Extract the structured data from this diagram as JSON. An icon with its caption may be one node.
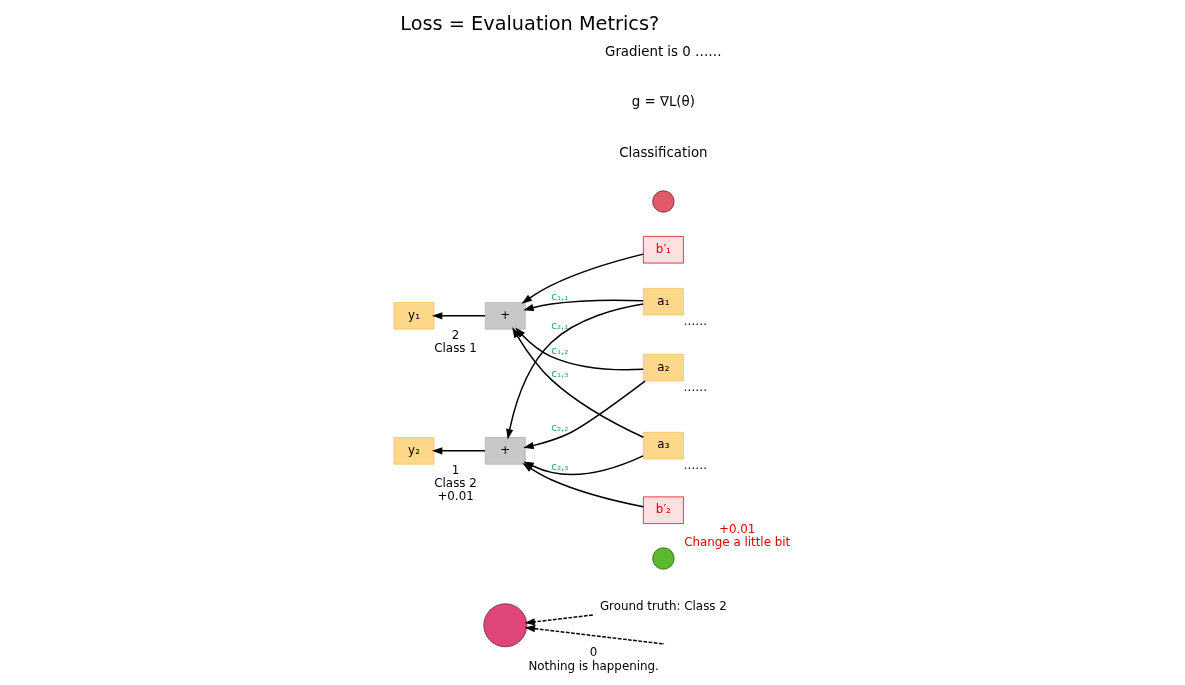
{
  "diagram": {
    "title": "Loss = Evaluation Metrics?",
    "nodes": [
      {
        "text": [
          "Ground truth: Class 2"
        ]
      },
      {
        "text": [],
        "shape": "circle",
        "beside": [
          "0",
          "Nothing is happening."
        ]
      },
      {
        "text": [],
        "shape": "circle"
      },
      {
        "text": [
          "y₁"
        ],
        "beside": [
          "2",
          "Class 1"
        ]
      },
      {
        "text": [
          "+"
        ]
      },
      {
        "text": [
          "b′₁"
        ]
      },
      {
        "text": [],
        "shape": "circle"
      },
      {
        "text": [
          "y₂"
        ],
        "beside": [
          "1",
          "Class 2",
          "+0.01"
        ]
      },
      {
        "text": [
          "+"
        ]
      },
      {
        "text": [
          "b′₂"
        ],
        "beside": [
          "+0.01",
          "Change a little bit"
        ]
      },
      {
        "text": [
          "a₁"
        ],
        "beside": [
          "……"
        ]
      },
      {
        "text": [
          "a₂"
        ],
        "beside": [
          "……"
        ]
      },
      {
        "text": [
          "a₃"
        ],
        "beside": [
          "……"
        ]
      }
    ],
    "edges": [
      {
        "from": 0,
        "to": 1,
        "arrow": "to",
        "style": "dashed"
      },
      {
        "from": null,
        "to": 1,
        "arrow": "to",
        "style": "dashed"
      },
      {
        "from": 4,
        "to": 3,
        "arrow": "to"
      },
      {
        "from": 5,
        "to": 4,
        "arrow": "to"
      },
      {
        "from": 8,
        "to": 7,
        "arrow": "to"
      },
      {
        "from": 9,
        "to": 8,
        "arrow": "to"
      },
      {
        "from": 10,
        "to": 4,
        "arrow": "to",
        "label": "c₁,₁"
      },
      {
        "from": 11,
        "to": 4,
        "arrow": "to",
        "label": "c₁,₂"
      },
      {
        "from": 12,
        "to": 4,
        "arrow": "to",
        "label": "c₁,₃"
      },
      {
        "from": 10,
        "to": 8,
        "arrow": "to",
        "label": "c₂,₁"
      },
      {
        "from": 11,
        "to": 8,
        "arrow": "to",
        "label": "c₂,₂"
      },
      {
        "from": 12,
        "to": 8,
        "arrow": "to",
        "label": "c₂,₃"
      }
    ],
    "labels": [
      "Classification",
      "g = ∇L(θ)",
      "Gradient is 0 ……"
    ]
  }
}
